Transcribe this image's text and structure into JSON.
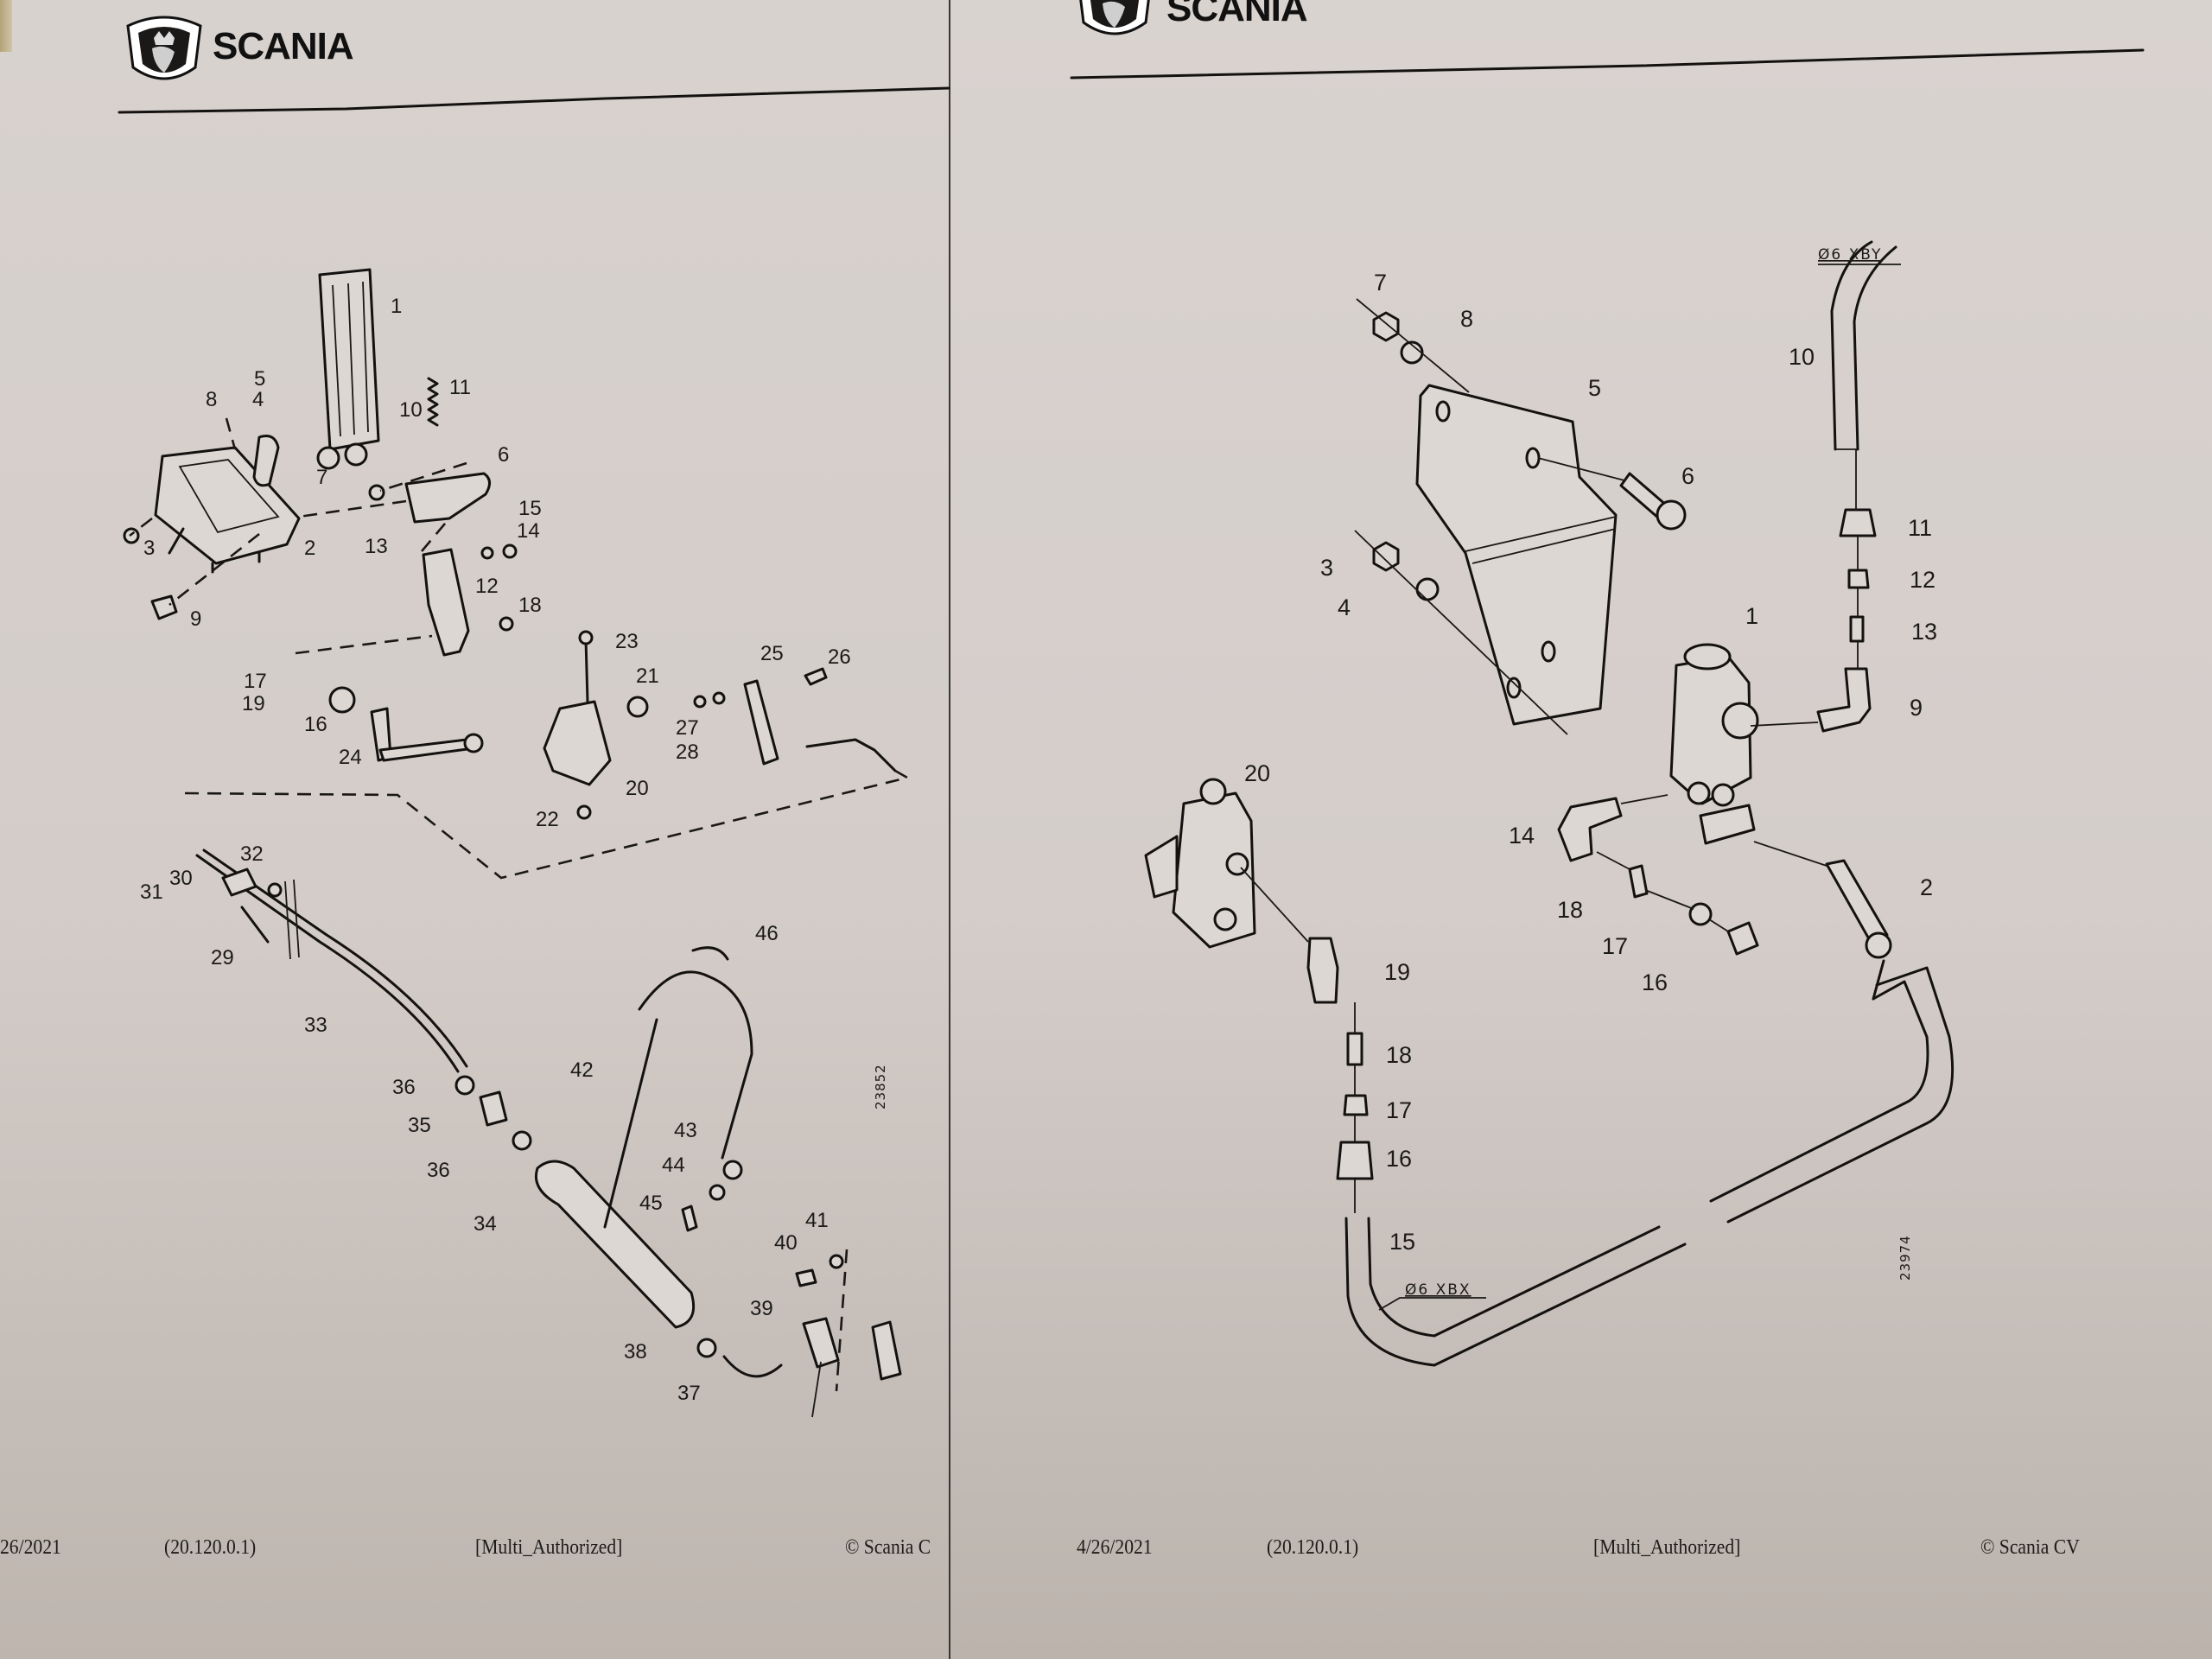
{
  "document": {
    "type": "Scania spare parts catalogue — two printed pages photographed side by side"
  },
  "left_page": {
    "brand": "SCANIA",
    "drawing_number": "23852",
    "callouts": [
      "1",
      "2",
      "3",
      "4",
      "5",
      "6",
      "7",
      "8",
      "9",
      "10",
      "11",
      "12",
      "13",
      "14",
      "15",
      "16",
      "17",
      "18",
      "19",
      "20",
      "21",
      "22",
      "23",
      "24",
      "25",
      "26",
      "27",
      "28",
      "29",
      "30",
      "31",
      "32",
      "33",
      "34",
      "35",
      "36",
      "36",
      "37",
      "38",
      "39",
      "40",
      "41",
      "42",
      "43",
      "44",
      "45",
      "46"
    ],
    "footer": {
      "date": "26/2021",
      "version": "(20.120.0.1)",
      "authorization": "[Multi_Authorized]",
      "copyright": "© Scania C"
    }
  },
  "right_page": {
    "brand": "SCANIA",
    "drawing_number": "23974",
    "tube_labels": {
      "upper": "Ø6  XBY",
      "lower": "Ø6  XBX"
    },
    "callouts": [
      "1",
      "2",
      "3",
      "4",
      "5",
      "6",
      "7",
      "8",
      "9",
      "10",
      "11",
      "12",
      "13",
      "14",
      "15",
      "16",
      "16",
      "17",
      "17",
      "18",
      "18",
      "19",
      "20"
    ],
    "footer": {
      "date": "4/26/2021",
      "version": "(20.120.0.1)",
      "authorization": "[Multi_Authorized]",
      "copyright": "© Scania CV"
    }
  }
}
